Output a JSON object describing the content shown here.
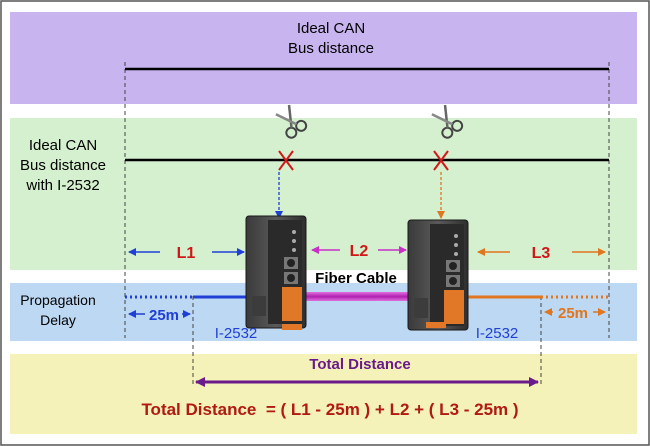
{
  "top_band": {
    "line1": "Ideal CAN",
    "line2": "Bus distance"
  },
  "middle_band": {
    "line1": "Ideal CAN",
    "line2": "Bus distance",
    "line3": "with I-2532"
  },
  "propagation": {
    "line1": "Propagation",
    "line2": "Delay"
  },
  "segments": {
    "l1": "L1",
    "l2": "L2",
    "l3": "L3"
  },
  "fiber_label": "Fiber Cable",
  "delay_left": "25m",
  "delay_right": "25m",
  "device_left_label": "I-2532",
  "device_right_label": "I-2532",
  "total_distance_label": "Total Distance",
  "formula": "Total Distance  = ( L1 - 25m ) + L2 + ( L3 - 25m )",
  "colors": {
    "band_purple": "#c8b4ee",
    "band_green": "#d5f0cf",
    "band_blue": "#bcd8f2",
    "band_yellow": "#f4f2b8",
    "blue": "#1f3fd6",
    "magenta": "#c830c8",
    "orange": "#e0761f",
    "purple_arrow": "#6a1a8a",
    "red_text": "#d01818",
    "dark_red_text": "#b01a10"
  }
}
